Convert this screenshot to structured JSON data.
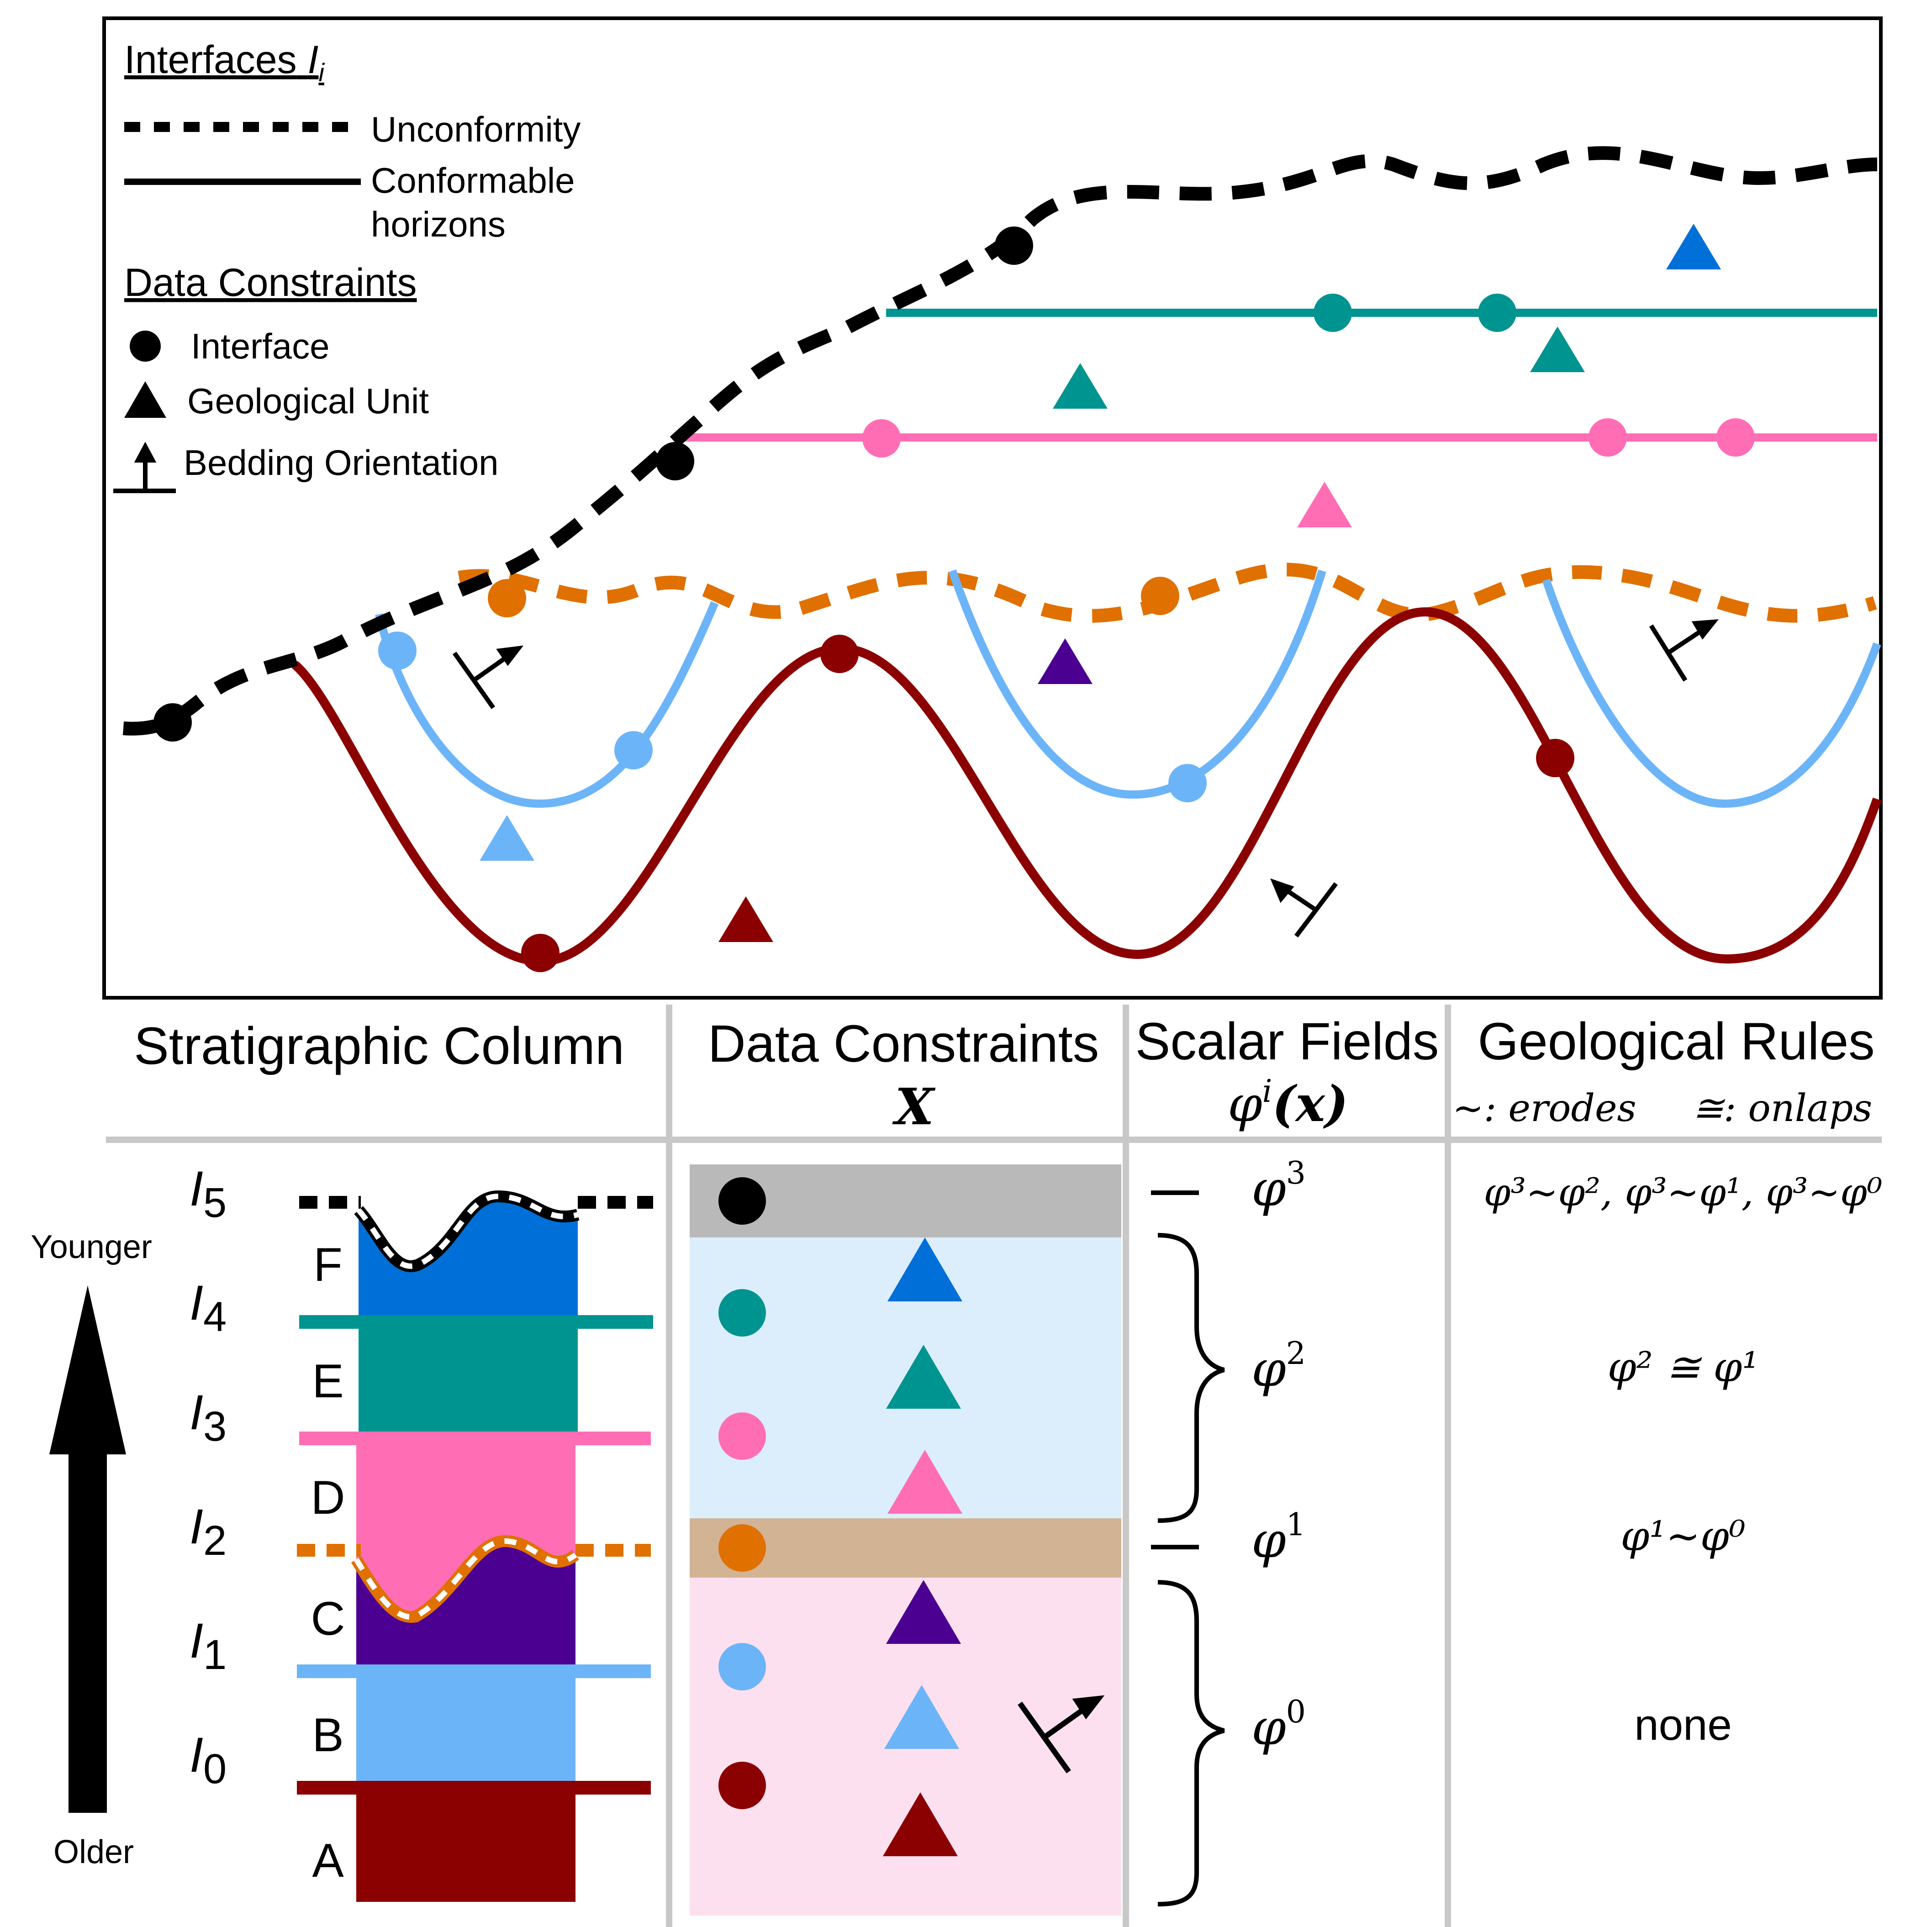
{
  "legend": {
    "interfaces_title": "Interfaces",
    "interfaces_sub": "i",
    "interfaces_symbol": "I",
    "unconformity": "Unconformity",
    "conformable_line1": "Conformable",
    "conformable_line2": "horizons",
    "constraints_title": "Data Constraints",
    "interface": "Interface",
    "geological_unit": "Geological Unit",
    "bedding_orientation": "Bedding Orientation"
  },
  "columns": {
    "strat_column": "Stratigraphic Column",
    "data_constraints": "Data Constraints",
    "data_constraints_symbol": "X",
    "scalar_fields": "Scalar Fields",
    "scalar_fields_symbol": "φ",
    "scalar_fields_sup": "i",
    "scalar_fields_arg": "(x)",
    "geological_rules": "Geological Rules",
    "rules_key_erodes": "~: erodes",
    "rules_key_onlaps": "≅: onlaps"
  },
  "strat": {
    "younger": "Younger",
    "older": "Older",
    "interfaces": [
      {
        "symbol": "I",
        "sub": "5"
      },
      {
        "symbol": "I",
        "sub": "4"
      },
      {
        "symbol": "I",
        "sub": "3"
      },
      {
        "symbol": "I",
        "sub": "2"
      },
      {
        "symbol": "I",
        "sub": "1"
      },
      {
        "symbol": "I",
        "sub": "0"
      }
    ],
    "units": [
      "F",
      "E",
      "D",
      "C",
      "B",
      "A"
    ]
  },
  "scalar_fields": [
    {
      "symbol": "φ",
      "sup": "3"
    },
    {
      "symbol": "φ",
      "sup": "2"
    },
    {
      "symbol": "φ",
      "sup": "1"
    },
    {
      "symbol": "φ",
      "sup": "0"
    }
  ],
  "rules": {
    "phi3": "φ³~φ², φ³~φ¹, φ³~φ⁰",
    "phi2": "φ² ≅ φ¹",
    "phi1": "φ¹~φ⁰",
    "phi0": "none"
  },
  "colors": {
    "unit_A": "#8b0000",
    "unit_B": "#6cb4f8",
    "unit_C": "#4b0092",
    "unit_D": "#ff6eb4",
    "unit_E": "#009490",
    "unit_F": "#0070d8",
    "unconformity_I2": "#e07000",
    "unconformity_I5": "#000000",
    "band_phi3": "#b9b9b9",
    "band_phi2": "#dceefc",
    "band_phi1": "#d2b394",
    "band_phi0": "#fde0ef"
  }
}
